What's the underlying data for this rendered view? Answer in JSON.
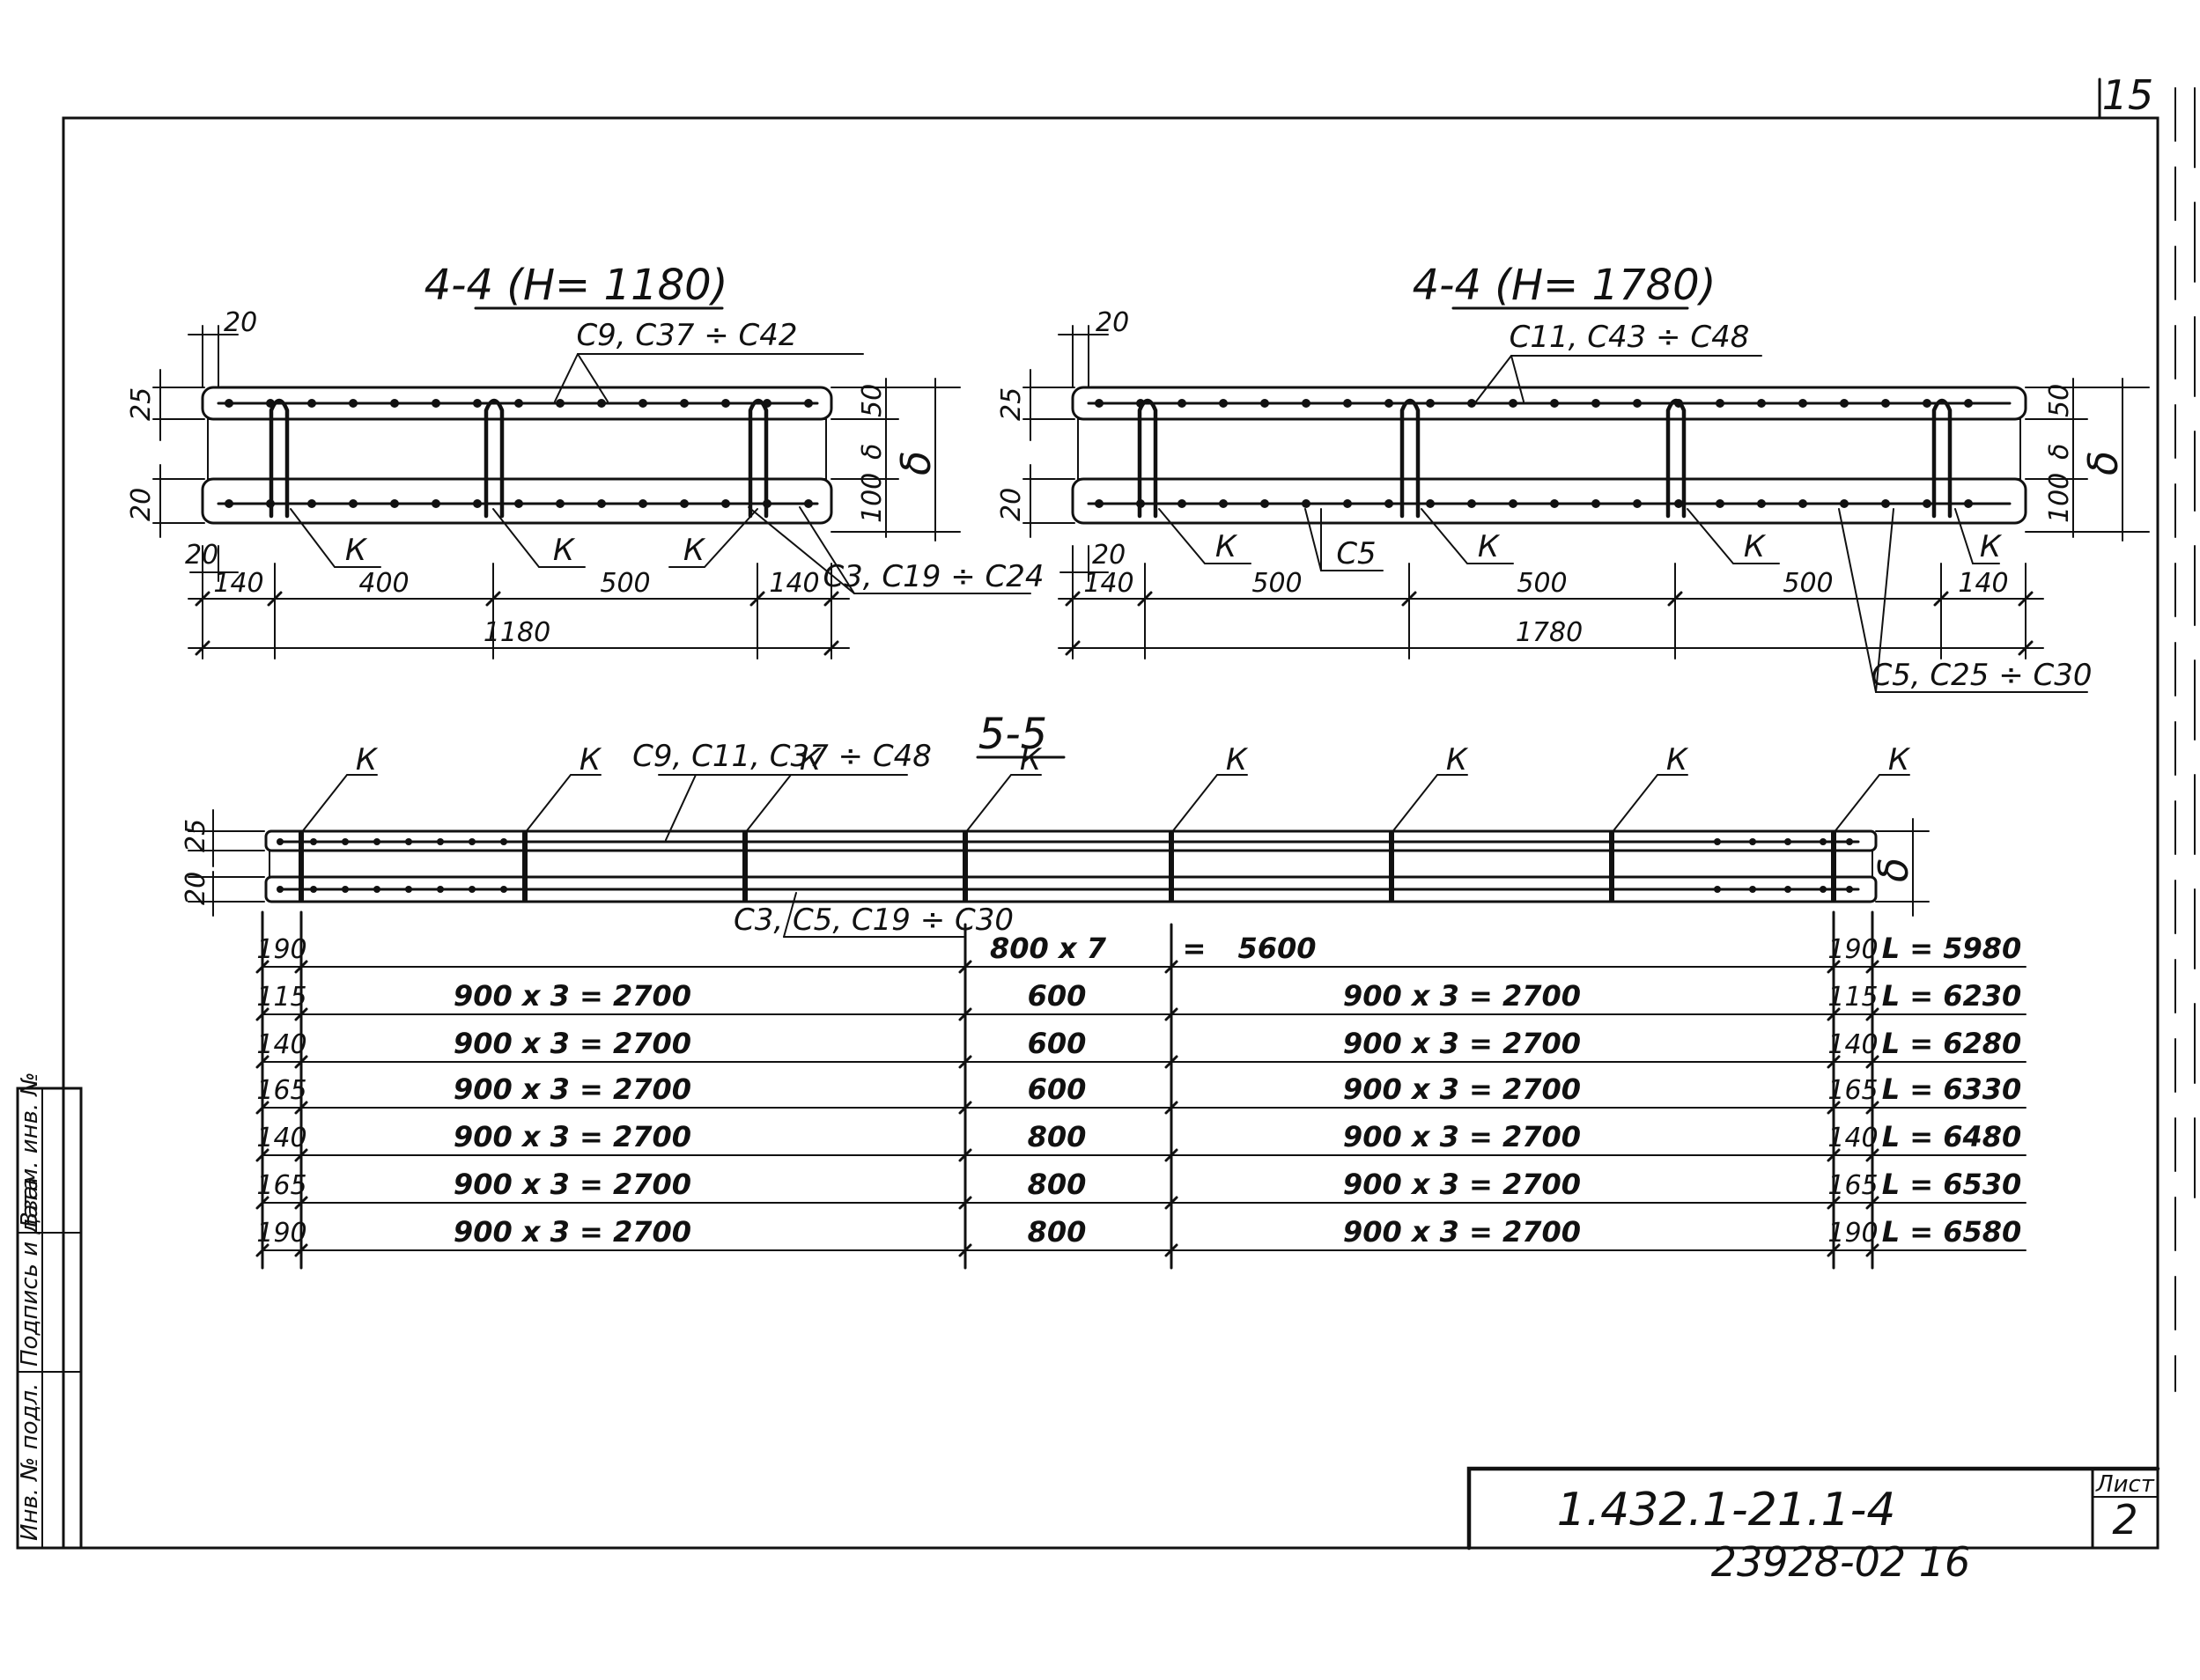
{
  "sheet": {
    "page_number": "15",
    "doc_code": "1.432.1-21.1-4",
    "sheet_label": "Лист",
    "sheet_number": "2",
    "archive_number": "23928-02  16"
  },
  "side_stamp": {
    "col1": "Инв. № подл.",
    "col2": "Подпись и дата",
    "col3": "Взам. инв. №"
  },
  "section_left": {
    "title": "4-4 (H= 1180)",
    "top_rebar": "С9, С37 ÷ С42",
    "bottom_rebar": "С3, С19 ÷ С24",
    "k": "К",
    "dim_top": "20",
    "dim_top_layer": "25",
    "dim_bottom_layer": "20",
    "dim_left": "20",
    "dim_right_top": "50",
    "dim_right_mid": "δ",
    "dim_right_bot": "100",
    "dim_total_h": "δ",
    "spans": [
      "140",
      "400",
      "500",
      "140"
    ],
    "total": "1180"
  },
  "section_right": {
    "title": "4-4 (H= 1780)",
    "top_rebar": "С11, С43 ÷ С48",
    "mid_rebar": "С5",
    "bottom_rebar": "С5, С25 ÷ С30",
    "k": "К",
    "dim_top": "20",
    "dim_top_layer": "25",
    "dim_bottom_layer": "20",
    "dim_left": "20",
    "dim_right_top": "50",
    "dim_right_mid": "δ",
    "dim_right_bot": "100",
    "dim_total_h": "δ",
    "spans": [
      "140",
      "500",
      "500",
      "500",
      "140"
    ],
    "total": "1780"
  },
  "section_long": {
    "title": "5-5",
    "top_rebar": "С9, С11, С37 ÷ С48",
    "bottom_rebar": "С3, С5, С19 ÷ С30",
    "k": "К",
    "dim_top_layer": "25",
    "dim_bottom_layer": "20",
    "dim_thick": "δ"
  },
  "table": {
    "header": {
      "left": "190",
      "middle": "800 x 7",
      "equals": "=",
      "sum": "5600",
      "right": "190",
      "length": "L = 5980"
    },
    "rows": [
      {
        "edge": "115",
        "left": "900 x 3 = 2700",
        "mid": "600",
        "right": "900 x 3 = 2700",
        "edge_r": "115",
        "length": "L = 6230"
      },
      {
        "edge": "140",
        "left": "900 x 3 = 2700",
        "mid": "600",
        "right": "900 x 3 = 2700",
        "edge_r": "140",
        "length": "L = 6280"
      },
      {
        "edge": "165",
        "left": "900 x 3 = 2700",
        "mid": "600",
        "right": "900 x 3 = 2700",
        "edge_r": "165",
        "length": "L = 6330"
      },
      {
        "edge": "140",
        "left": "900 x 3 = 2700",
        "mid": "800",
        "right": "900 x 3 = 2700",
        "edge_r": "140",
        "length": "L = 6480"
      },
      {
        "edge": "165",
        "left": "900 x 3 = 2700",
        "mid": "800",
        "right": "900 x 3 = 2700",
        "edge_r": "165",
        "length": "L = 6530"
      },
      {
        "edge": "190",
        "left": "900 x 3 = 2700",
        "mid": "800",
        "right": "900 x 3 = 2700",
        "edge_r": "190",
        "length": "L = 6580"
      }
    ]
  }
}
